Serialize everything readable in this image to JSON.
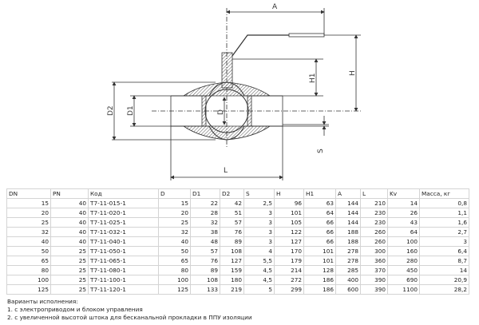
{
  "drawing": {
    "labels": {
      "A": "A",
      "H": "H",
      "H1": "H1",
      "D": "D",
      "D1": "D1",
      "D2": "D2",
      "S": "S",
      "L": "L"
    }
  },
  "table": {
    "headers": [
      "DN",
      "PN",
      "Код",
      "D",
      "D1",
      "D2",
      "S",
      "H",
      "H1",
      "A",
      "L",
      "Kv",
      "Масса, кг"
    ],
    "rows": [
      [
        "15",
        "40",
        "T7-11-015-1",
        "15",
        "22",
        "42",
        "2,5",
        "96",
        "63",
        "144",
        "210",
        "14",
        "0,8"
      ],
      [
        "20",
        "40",
        "T7-11-020-1",
        "20",
        "28",
        "51",
        "3",
        "101",
        "64",
        "144",
        "230",
        "26",
        "1,1"
      ],
      [
        "25",
        "40",
        "T7-11-025-1",
        "25",
        "32",
        "57",
        "3",
        "105",
        "66",
        "144",
        "230",
        "43",
        "1,6"
      ],
      [
        "32",
        "40",
        "T7-11-032-1",
        "32",
        "38",
        "76",
        "3",
        "122",
        "66",
        "188",
        "260",
        "64",
        "2,7"
      ],
      [
        "40",
        "40",
        "T7-11-040-1",
        "40",
        "48",
        "89",
        "3",
        "127",
        "66",
        "188",
        "260",
        "100",
        "3"
      ],
      [
        "50",
        "25",
        "T7-11-050-1",
        "50",
        "57",
        "108",
        "4",
        "170",
        "101",
        "278",
        "300",
        "160",
        "6,4"
      ],
      [
        "65",
        "25",
        "T7-11-065-1",
        "65",
        "76",
        "127",
        "5,5",
        "179",
        "101",
        "278",
        "360",
        "280",
        "8,7"
      ],
      [
        "80",
        "25",
        "T7-11-080-1",
        "80",
        "89",
        "159",
        "4,5",
        "214",
        "128",
        "285",
        "370",
        "450",
        "14"
      ],
      [
        "100",
        "25",
        "T7-11-100-1",
        "100",
        "108",
        "180",
        "4,5",
        "272",
        "186",
        "400",
        "390",
        "690",
        "20,9"
      ],
      [
        "125",
        "25",
        "T7-11-120-1",
        "125",
        "133",
        "219",
        "5",
        "299",
        "186",
        "600",
        "390",
        "1100",
        "28,2"
      ]
    ]
  },
  "notes": {
    "title": "Варианты исполнения:",
    "items": [
      "1. с электроприводом и блоком управления",
      "2. с увеличенной высотой штока для бесканальной прокладки в ППУ изоляции"
    ]
  }
}
